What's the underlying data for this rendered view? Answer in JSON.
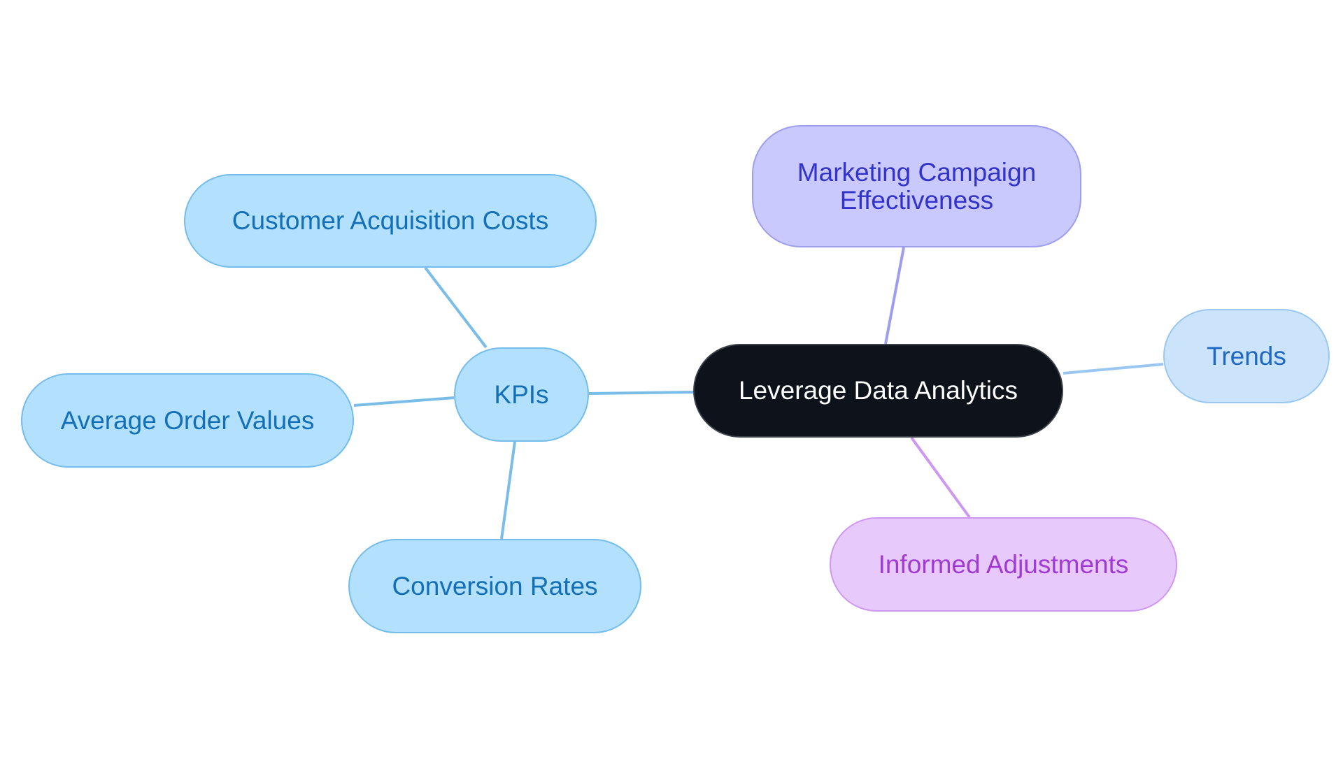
{
  "diagram": {
    "type": "mind-map",
    "root": {
      "label": "Leverage Data Analytics"
    },
    "nodes": {
      "kpis": {
        "label": "KPIs"
      },
      "cac": {
        "label": "Customer Acquisition Costs"
      },
      "aov": {
        "label": "Average Order Values"
      },
      "conversion": {
        "label": "Conversion Rates"
      },
      "marketing": {
        "label": "Marketing Campaign\nEffectiveness"
      },
      "trends": {
        "label": "Trends"
      },
      "informed": {
        "label": "Informed Adjustments"
      }
    },
    "edges": [
      {
        "from": "root",
        "to": "kpis"
      },
      {
        "from": "kpis",
        "to": "cac"
      },
      {
        "from": "kpis",
        "to": "aov"
      },
      {
        "from": "kpis",
        "to": "conversion"
      },
      {
        "from": "root",
        "to": "marketing"
      },
      {
        "from": "root",
        "to": "trends"
      },
      {
        "from": "root",
        "to": "informed"
      }
    ],
    "colors": {
      "root_fill": "#0d121b",
      "blue_fill": "#b3e0fd",
      "blue_line": "#7abde8",
      "purple_fill": "#c9c9fd",
      "purple_line": "#9e9ef0",
      "light_blue_fill": "#cce4fb",
      "light_blue_line": "#9ac7f2",
      "violet_fill": "#e8c9fc",
      "violet_line": "#cf98f0"
    }
  }
}
